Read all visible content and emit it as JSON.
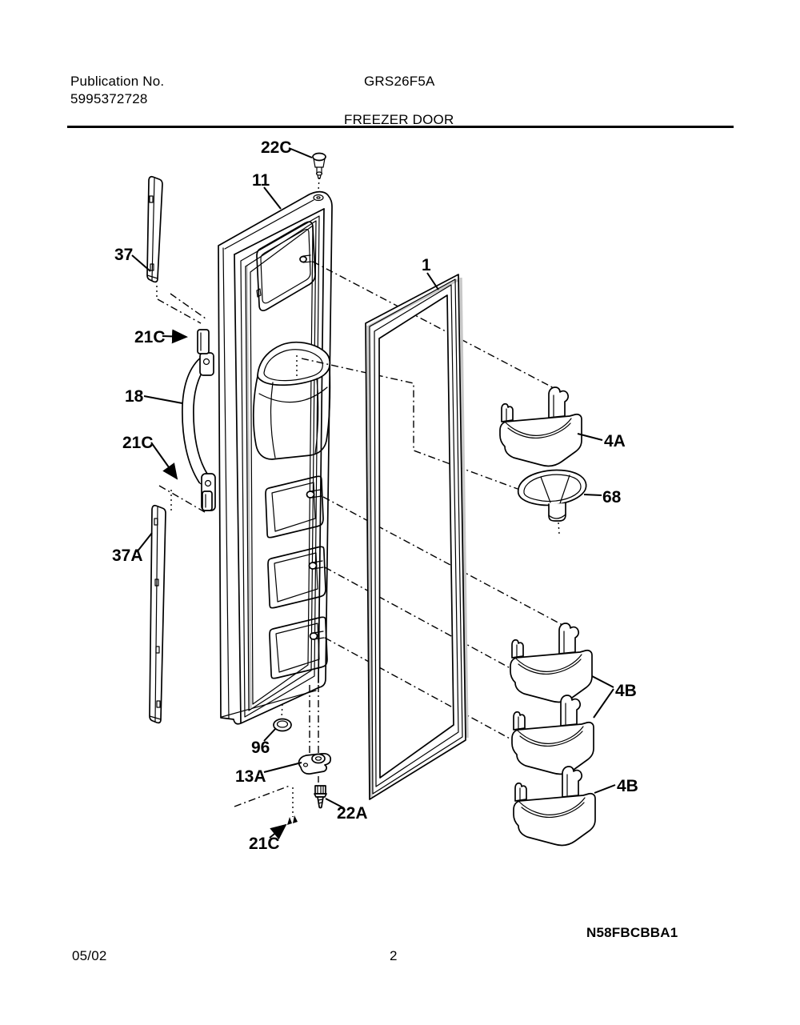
{
  "page": {
    "background": "#ffffff",
    "line_color": "#000000",
    "shade_color": "#c8c8c8"
  },
  "header": {
    "publication_label": "Publication No.",
    "publication_number": "5995372728",
    "model": "GRS26F5A",
    "section_title": "FREEZER DOOR"
  },
  "footer": {
    "date": "05/02",
    "page_number": "2",
    "diagram_code": "N58FBCBBA1"
  },
  "diagram": {
    "title": "Freezer door exploded parts view",
    "callouts": [
      {
        "part": "top-hinge-screw",
        "text": "22C"
      },
      {
        "part": "door-panel",
        "text": "11"
      },
      {
        "part": "upper-trim-strip",
        "text": "37"
      },
      {
        "part": "upper-handle-clip",
        "text": "21C"
      },
      {
        "part": "door-handle",
        "text": "18"
      },
      {
        "part": "lower-handle-clip",
        "text": "21C"
      },
      {
        "part": "lower-trim-strip",
        "text": "37A"
      },
      {
        "part": "door-gasket",
        "text": "1"
      },
      {
        "part": "upper-door-bin",
        "text": "4A"
      },
      {
        "part": "ice-chute-funnel",
        "text": "68"
      },
      {
        "part": "middle-door-bins",
        "text": "4B"
      },
      {
        "part": "lower-door-bin",
        "text": "4B"
      },
      {
        "part": "hinge-cap",
        "text": "96"
      },
      {
        "part": "bottom-hinge-bracket",
        "text": "13A"
      },
      {
        "part": "hinge-screw",
        "text": "22A"
      },
      {
        "part": "bottom-hinge-pin",
        "text": "21C"
      }
    ]
  }
}
